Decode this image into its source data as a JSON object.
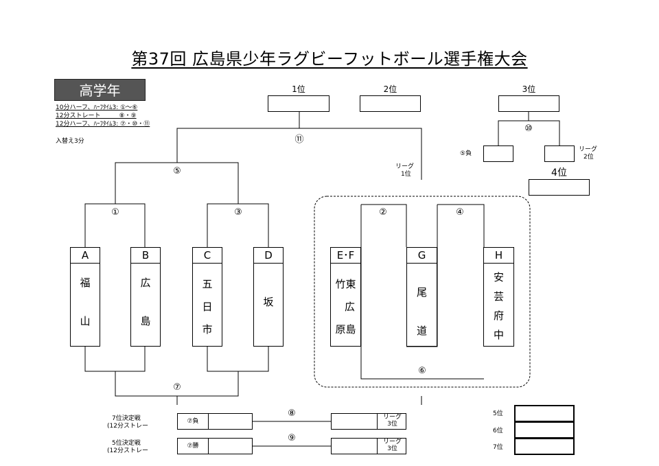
{
  "title": "第37回 広島県少年ラグビーフットボール選手権大会",
  "division": "高学年",
  "notes": [
    "10分ハーフ、ﾊｰﾌﾀｲﾑ3: ①～⑥",
    "12分ストレート　　　⑧・⑨",
    "12分ハーフ、ﾊｰﾌﾀｲﾑ3: ⑦・⑩・⑪",
    "入替え3分"
  ],
  "places": {
    "first": "1位",
    "second": "2位",
    "third": "3位",
    "fourth": "4位"
  },
  "matches": {
    "m1": "①",
    "m2": "②",
    "m3": "③",
    "m4": "④",
    "m5": "⑤",
    "m6": "⑥",
    "m7": "⑦",
    "m8": "⑧",
    "m9": "⑨",
    "m10": "⑩",
    "m11": "⑪"
  },
  "third_place": {
    "left_label": "⑤負",
    "right_label_1": "リーグ",
    "right_label_2": "2位"
  },
  "league_first": {
    "line1": "リーグ",
    "line2": "1位"
  },
  "teams": [
    {
      "letter": "A",
      "name": [
        "福",
        "山"
      ]
    },
    {
      "letter": "B",
      "name": [
        "広",
        "島"
      ]
    },
    {
      "letter": "C",
      "name": [
        "五",
        "日",
        "市"
      ]
    },
    {
      "letter": "D",
      "name": [
        "坂"
      ]
    },
    {
      "letter": "E･F",
      "name": [
        "竹東",
        "広",
        "原島"
      ]
    },
    {
      "letter": "G",
      "name": [
        "尾",
        "道"
      ]
    },
    {
      "letter": "H",
      "name": [
        "安",
        "芸",
        "府",
        "中"
      ]
    }
  ],
  "placement_matches": [
    {
      "title": "7位決定戦",
      "sub": "(12分ストレー",
      "left_seed": "⑦負",
      "right_1": "リーグ",
      "right_2": "3位"
    },
    {
      "title": "5位決定戦",
      "sub": "(12分ストレー",
      "left_seed": "⑦勝",
      "right_1": "リーグ",
      "right_2": "3位"
    }
  ],
  "final_places": [
    "5位",
    "6位",
    "7位"
  ]
}
